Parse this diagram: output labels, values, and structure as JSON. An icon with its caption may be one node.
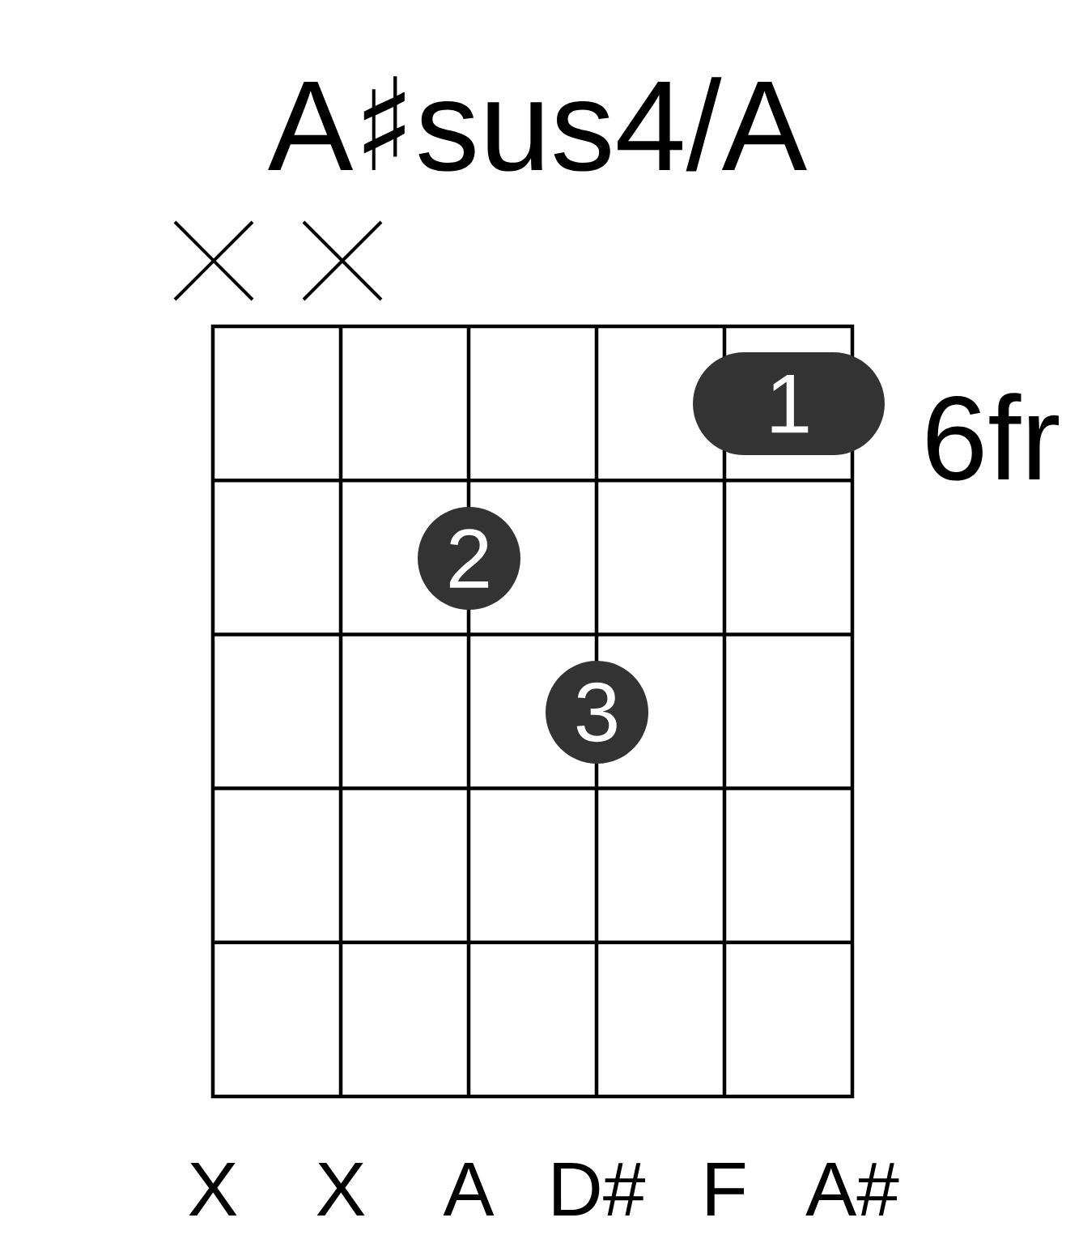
{
  "diagram": {
    "title": "A♯sus4/A",
    "nodes": [
      {
        "text": [
          "1"
        ]
      },
      {
        "text": [
          "2"
        ]
      },
      {
        "text": [
          "3"
        ]
      }
    ],
    "labels": [
      "6fr",
      "X",
      "X",
      "A",
      "D#",
      "F",
      "A#"
    ]
  }
}
